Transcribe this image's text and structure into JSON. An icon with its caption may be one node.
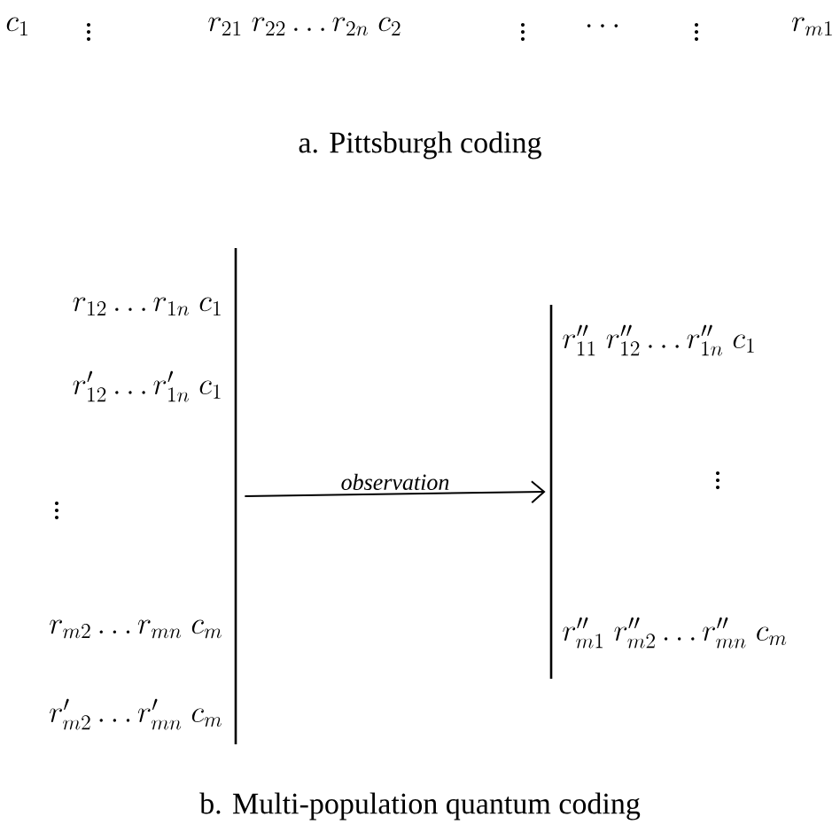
{
  "diagram": {
    "nodes": [
      {
        "text": [
          "r_{12}\\ldots r_{1n}\\;c_1",
          "r'_{12}\\ldots r'_{1n}\\;c_1",
          "\\vdots",
          "r_{m2}\\ldots r_{mn}\\;c_m",
          "r'_{m2}\\ldots r'_{mn}\\;c_m"
        ]
      },
      {
        "text": [
          "r''_{11}\\;r''_{12}\\ldots r''_{1n}\\;c_1",
          "\\vdots",
          "r''_{m1}\\;r''_{m2}\\ldots r''_{mn}\\;c_m"
        ]
      }
    ],
    "edges": [
      {
        "from": 0,
        "to": 1,
        "arrow": "to",
        "label": "observation"
      }
    ],
    "labels": [
      "c_1",
      "\\vdots",
      "r_{21}\\;r_{22}\\ldots r_{2n}\\;c_2",
      "\\vdots",
      "\\cdots",
      "\\vdots",
      "r_{m1}",
      "a. Pittsburgh coding",
      "b. Multi-population quantum coding"
    ]
  }
}
